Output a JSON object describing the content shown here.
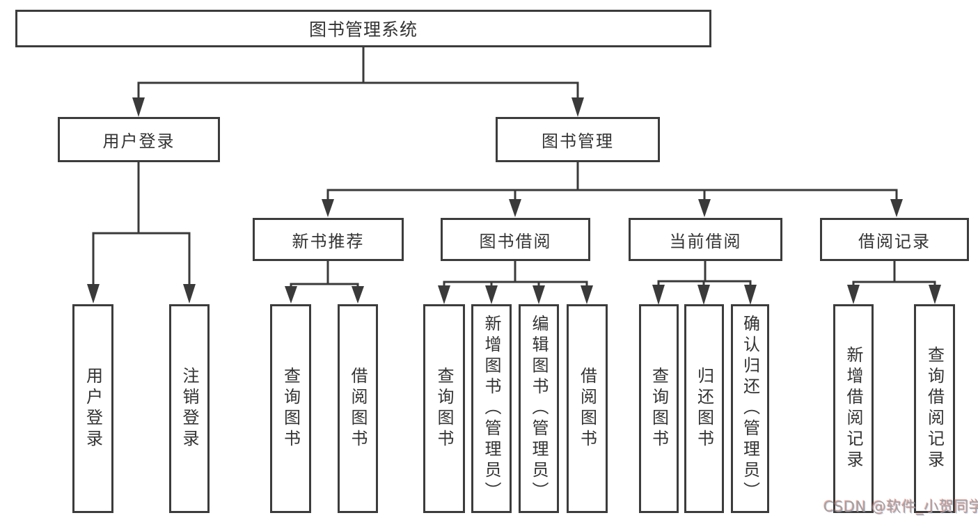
{
  "tree": {
    "root": {
      "label": "图书管理系统",
      "children": [
        {
          "label": "用户登录",
          "children": [
            {
              "label": "用户登录"
            },
            {
              "label": "注销登录"
            }
          ]
        },
        {
          "label": "图书管理",
          "children": [
            {
              "label": "新书推荐",
              "children": [
                {
                  "label": "查询图书"
                },
                {
                  "label": "借阅图书"
                }
              ]
            },
            {
              "label": "图书借阅",
              "children": [
                {
                  "label": "查询图书"
                },
                {
                  "label": "新增图书（管理员）"
                },
                {
                  "label": "编辑图书（管理员）"
                },
                {
                  "label": "借阅图书"
                }
              ]
            },
            {
              "label": "当前借阅",
              "children": [
                {
                  "label": "查询图书"
                },
                {
                  "label": "归还图书"
                },
                {
                  "label": "确认归还（管理员）"
                }
              ]
            },
            {
              "label": "借阅记录",
              "children": [
                {
                  "label": "新增借阅记录"
                },
                {
                  "label": "查询借阅记录"
                }
              ]
            }
          ]
        }
      ]
    }
  },
  "watermark": {
    "text": "CSDN @软件_小贺同学"
  },
  "colors": {
    "line": "#3a3a3a",
    "box_border": "#3c3c3c",
    "text": "#333333",
    "background": "#ffffff",
    "watermark_gray": "#9e9e9e",
    "watermark_red": "#eb5a46"
  }
}
